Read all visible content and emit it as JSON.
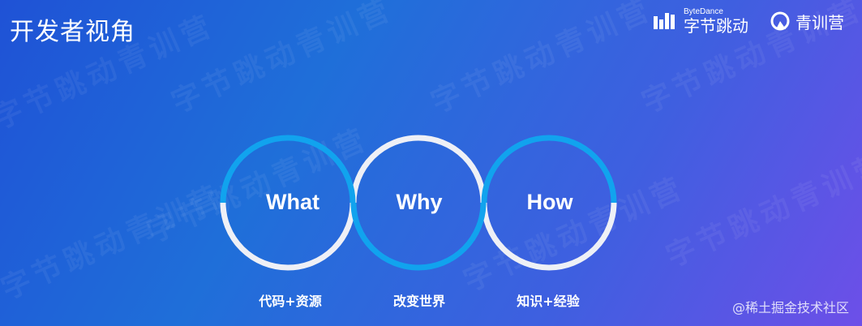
{
  "title": "开发者视角",
  "logos": {
    "bytedance_en": "ByteDance",
    "bytedance_cn": "字节跳动",
    "qingxunying": "青训营"
  },
  "watermark_text": "字节跳动青训营",
  "circles": [
    {
      "word": "What",
      "caption": "代码+资源"
    },
    {
      "word": "Why",
      "caption": "改变世界"
    },
    {
      "word": "How",
      "caption": "知识+经验"
    }
  ],
  "credit": "@稀土掘金技术社区",
  "colors": {
    "ring_accent": "#11a3ee",
    "ring_light": "#eef0f6"
  }
}
